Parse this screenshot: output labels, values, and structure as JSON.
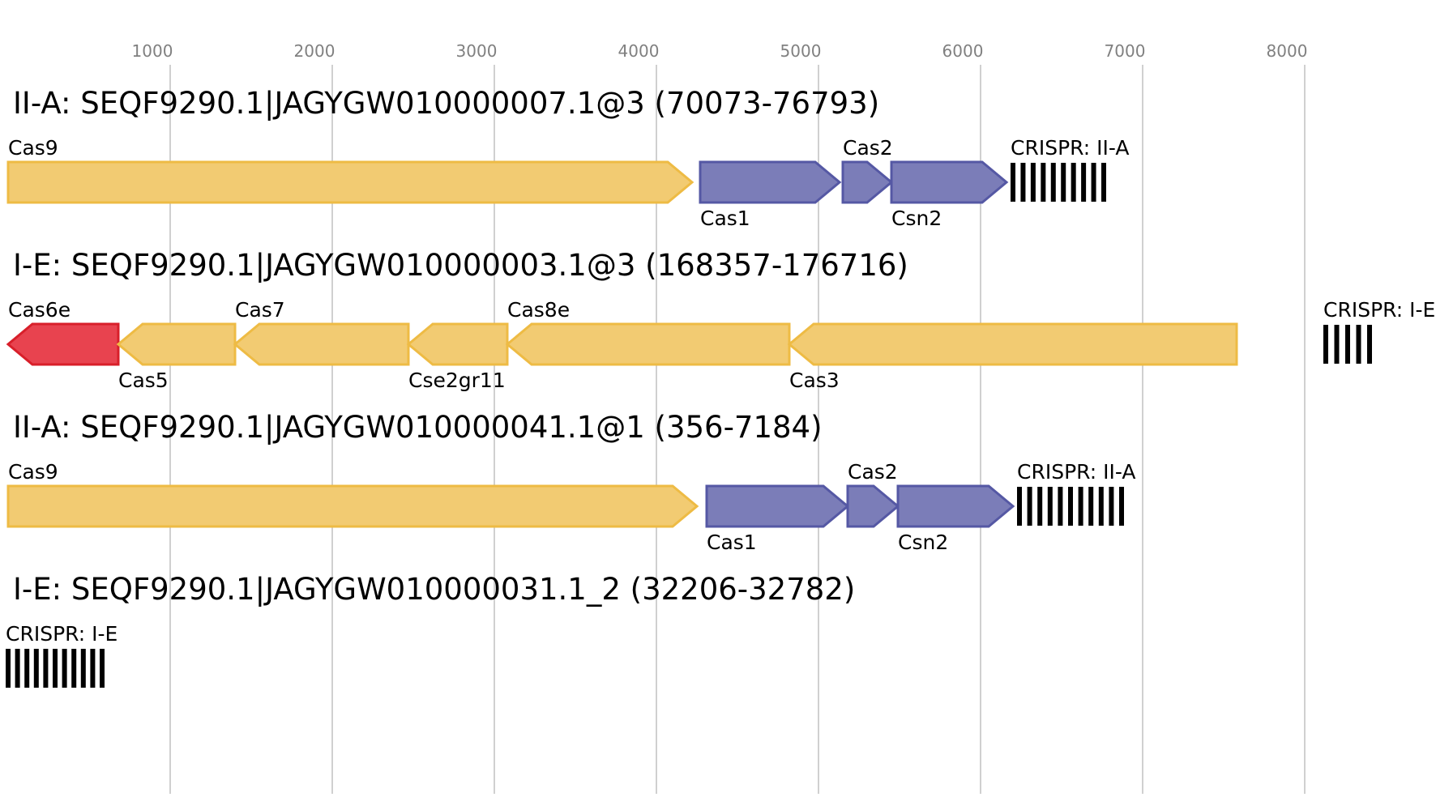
{
  "chart_data": {
    "type": "gene-map",
    "axis": {
      "ticks": [
        1000,
        2000,
        3000,
        4000,
        5000,
        6000,
        7000,
        8000
      ],
      "range": [
        0,
        8700
      ],
      "grid": true
    },
    "colors": {
      "yellow_fill": "#f2cb72",
      "yellow_stroke": "#eebb44",
      "blue_fill": "#7b7db8",
      "blue_stroke": "#5558a4",
      "red_fill": "#e8434f",
      "red_stroke": "#d81f2a",
      "crispr": "#000000"
    },
    "tracks": [
      {
        "title": "II-A: SEQF9290.1|JAGYGW010000007.1@3 (70073-76793)",
        "genes": [
          {
            "name": "Cas9",
            "start": 0,
            "end": 4220,
            "strand": 1,
            "color": "yellow",
            "label_pos": "above"
          },
          {
            "name": "Cas1",
            "start": 4270,
            "end": 5130,
            "strand": 1,
            "color": "blue",
            "label_pos": "below"
          },
          {
            "name": "Cas2",
            "start": 5150,
            "end": 5450,
            "strand": 1,
            "color": "blue",
            "label_pos": "above"
          },
          {
            "name": "Csn2",
            "start": 5450,
            "end": 6160,
            "strand": 1,
            "color": "blue",
            "label_pos": "below"
          }
        ],
        "crispr": {
          "label": "CRISPR: II-A",
          "start": 6200,
          "end": 6760,
          "bars": 10
        }
      },
      {
        "title": "I-E: SEQF9290.1|JAGYGW010000003.1@3 (168357-176716)",
        "genes": [
          {
            "name": "Cas6e",
            "start": 0,
            "end": 680,
            "strand": -1,
            "color": "red",
            "label_pos": "above"
          },
          {
            "name": "Cas5",
            "start": 680,
            "end": 1400,
            "strand": -1,
            "color": "yellow",
            "label_pos": "below"
          },
          {
            "name": "Cas7",
            "start": 1400,
            "end": 2470,
            "strand": -1,
            "color": "yellow",
            "label_pos": "above"
          },
          {
            "name": "Cse2gr11",
            "start": 2470,
            "end": 3080,
            "strand": -1,
            "color": "yellow",
            "label_pos": "below"
          },
          {
            "name": "Cas8e",
            "start": 3080,
            "end": 4820,
            "strand": -1,
            "color": "yellow",
            "label_pos": "above"
          },
          {
            "name": "Cas3",
            "start": 4820,
            "end": 7580,
            "strand": -1,
            "color": "yellow",
            "label_pos": "below"
          }
        ],
        "crispr": {
          "label": "CRISPR: I-E",
          "start": 8130,
          "end": 8400,
          "bars": 5
        }
      },
      {
        "title": "II-A: SEQF9290.1|JAGYGW010000041.1@1 (356-7184)",
        "genes": [
          {
            "name": "Cas9",
            "start": 0,
            "end": 4250,
            "strand": 1,
            "color": "yellow",
            "label_pos": "above"
          },
          {
            "name": "Cas1",
            "start": 4310,
            "end": 5180,
            "strand": 1,
            "color": "blue",
            "label_pos": "below"
          },
          {
            "name": "Cas2",
            "start": 5180,
            "end": 5490,
            "strand": 1,
            "color": "blue",
            "label_pos": "above"
          },
          {
            "name": "Csn2",
            "start": 5490,
            "end": 6200,
            "strand": 1,
            "color": "blue",
            "label_pos": "below"
          }
        ],
        "crispr": {
          "label": "CRISPR: II-A",
          "start": 6240,
          "end": 6870,
          "bars": 11
        }
      },
      {
        "title": "I-E: SEQF9290.1|JAGYGW010000031.1_2 (32206-32782)",
        "genes": [],
        "crispr": {
          "label": "CRISPR: I-E",
          "start": 0,
          "end": 580,
          "bars": 11
        }
      }
    ]
  }
}
